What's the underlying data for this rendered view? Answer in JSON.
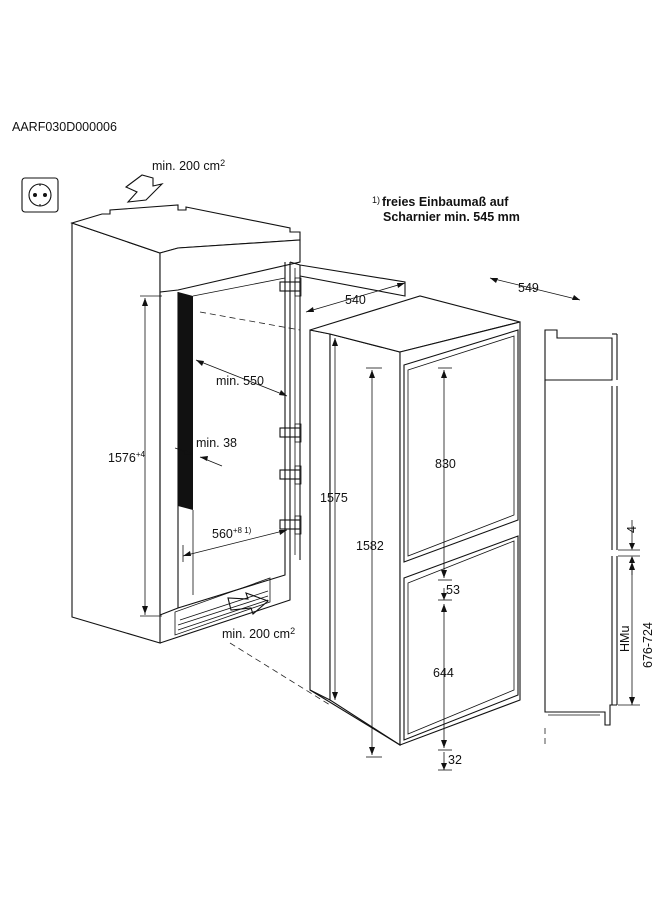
{
  "header": {
    "code": "AARF030D000006"
  },
  "footnote": {
    "marker": "1)",
    "line1": "freies Einbaumaß auf",
    "line2": "Scharnier min. 545 mm"
  },
  "ventilation": {
    "top_label": "min. 200 cm",
    "top_sup": "2",
    "bottom_label": "min. 200 cm",
    "bottom_sup": "2"
  },
  "niche": {
    "height": "1576",
    "height_sup": "+4",
    "depth_min": "min. 550",
    "side_min": "min. 38",
    "width": "560",
    "width_sup": "+8 1)"
  },
  "appliance": {
    "depth": "540",
    "depth_total": "549",
    "body_height": "1575",
    "total_height": "1582",
    "upper_door": "830",
    "gap": "53",
    "lower_door": "644",
    "bottom_offset": "32"
  },
  "kitchen_unit": {
    "gap": "4",
    "hmu_label": "HMu",
    "hmu_range": "676-724"
  },
  "icons": [
    "power-socket-icon",
    "airflow-up-arrow-icon",
    "airflow-in-arrow-icon"
  ]
}
